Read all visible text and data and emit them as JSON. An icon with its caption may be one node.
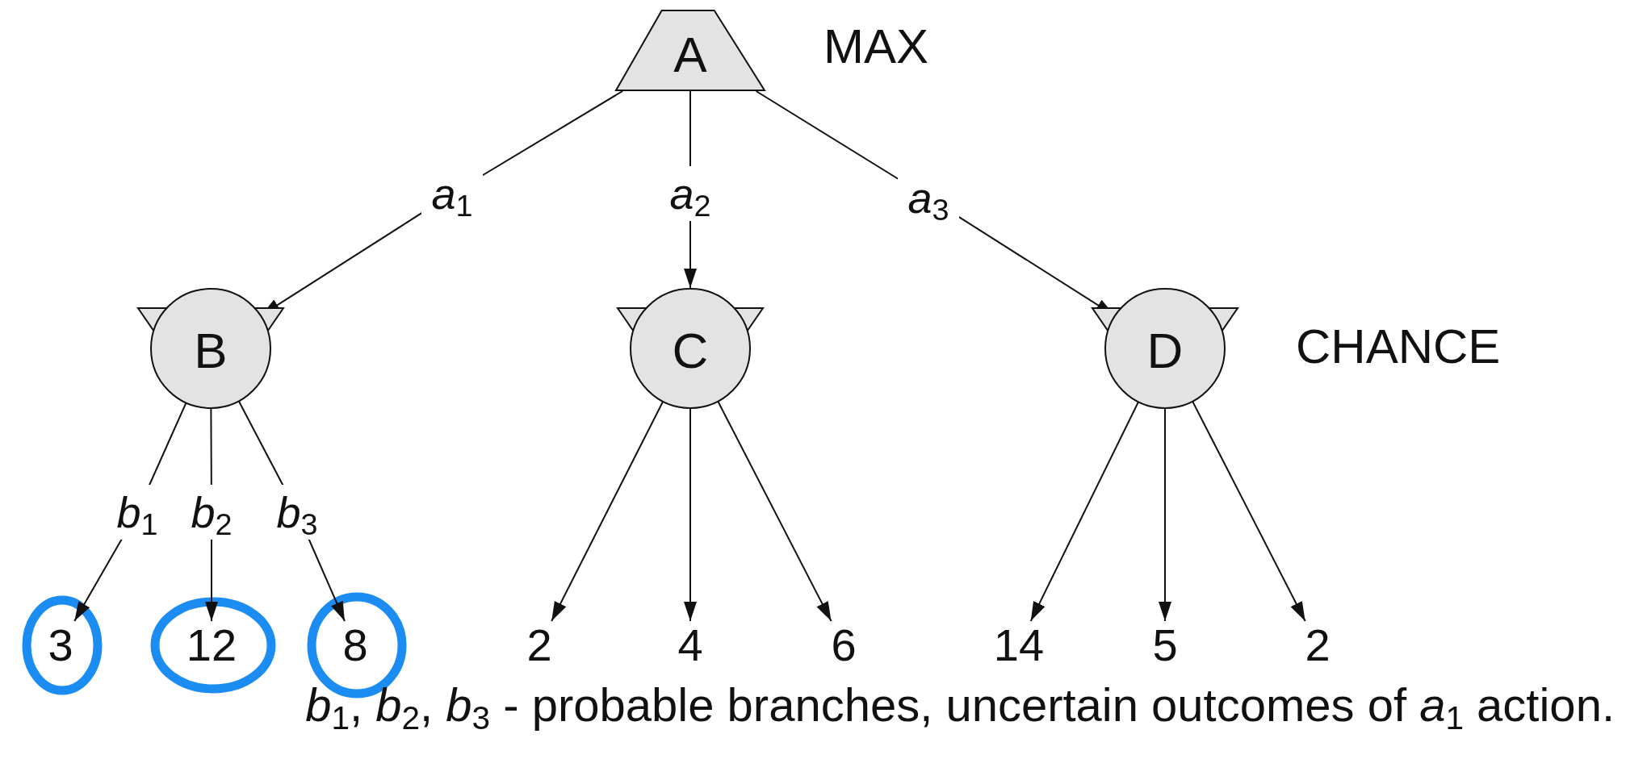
{
  "diagram": {
    "caption": "*b*$_{1}$, *b*$_{2}$, *b*$_{3}$ - probable branches, uncertain outcomes of *a*$_{1}$ action.",
    "nodes": [
      {
        "text": [
          "A"
        ]
      },
      {
        "text": [
          "B"
        ]
      },
      {
        "text": [
          "C"
        ]
      },
      {
        "text": [
          "D"
        ]
      },
      {
        "text": [
          "3"
        ]
      },
      {
        "text": [
          "12"
        ]
      },
      {
        "text": [
          "8"
        ]
      },
      {
        "text": [
          "2"
        ]
      },
      {
        "text": [
          "4"
        ]
      },
      {
        "text": [
          "6"
        ]
      },
      {
        "text": [
          "14"
        ]
      },
      {
        "text": [
          "5"
        ]
      },
      {
        "text": [
          "2"
        ]
      }
    ],
    "edges": [
      {
        "from": 0,
        "to": 1,
        "arrow": "to",
        "label": "*a*$_{1}$"
      },
      {
        "from": 0,
        "to": 2,
        "arrow": "to",
        "label": "*a*$_{2}$"
      },
      {
        "from": 0,
        "to": 3,
        "arrow": "to",
        "label": "*a*$_{3}$"
      },
      {
        "from": 1,
        "to": 4,
        "arrow": "to",
        "label": "*b*$_{1}$"
      },
      {
        "from": 1,
        "to": 5,
        "arrow": "to",
        "label": "*b*$_{2}$"
      },
      {
        "from": 1,
        "to": 6,
        "arrow": "to",
        "label": "*b*$_{3}$"
      },
      {
        "from": 2,
        "to": 7,
        "arrow": "to"
      },
      {
        "from": 2,
        "to": 8,
        "arrow": "to"
      },
      {
        "from": 2,
        "to": 9,
        "arrow": "to"
      },
      {
        "from": 3,
        "to": 10,
        "arrow": "to"
      },
      {
        "from": 3,
        "to": 11,
        "arrow": "to"
      },
      {
        "from": 3,
        "to": 12,
        "arrow": "to"
      }
    ],
    "labels": [
      "MAX",
      "CHANCE"
    ]
  }
}
